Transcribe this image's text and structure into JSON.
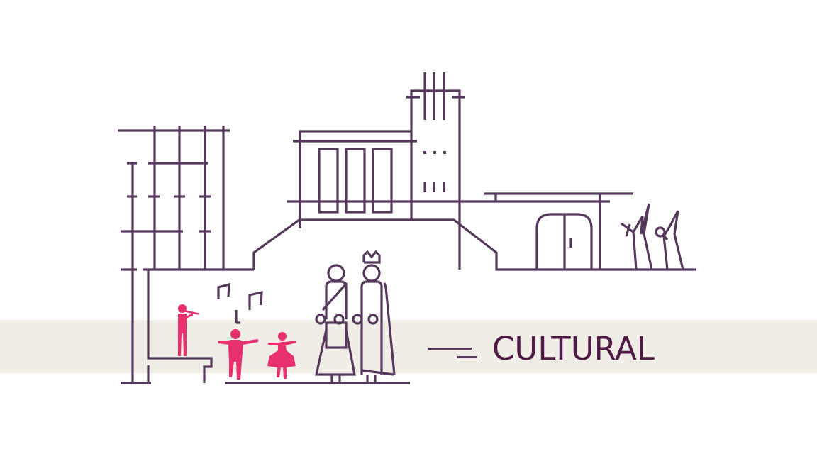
{
  "caption": {
    "label": "CULTURAL"
  },
  "colors": {
    "line": "#55385b",
    "accent": "#e8306f",
    "band": "#f0ede6",
    "text": "#4f1a45",
    "background": "#ffffff"
  },
  "scene": {
    "elements": [
      "scaffold-building",
      "museum-building",
      "tower",
      "arched-door-pavilion",
      "sculptures",
      "stage",
      "flute-player",
      "dancing-child",
      "dancing-girl",
      "music-notes",
      "pilgrim-figure",
      "king-figure"
    ]
  }
}
